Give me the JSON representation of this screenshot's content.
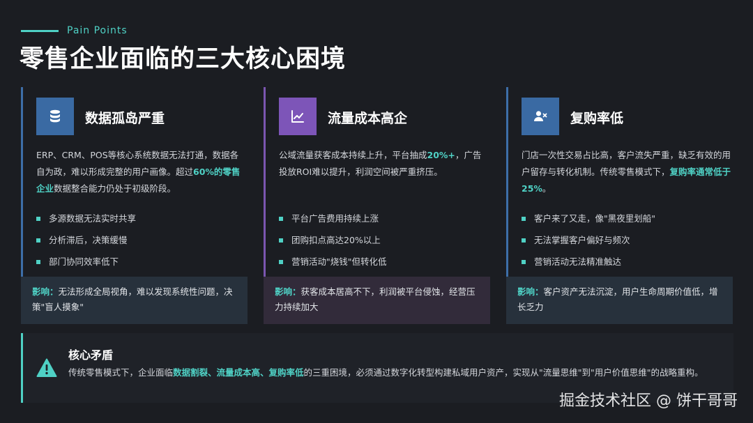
{
  "header": {
    "eyebrow": "Pain Points",
    "title": "零售企业面临的三大核心困境"
  },
  "colors": {
    "accent": "#4fd1c5",
    "blue": "#3a6aa3",
    "purple": "#7d55b8",
    "background": "#1b1d22"
  },
  "cards": [
    {
      "icon": "database-icon",
      "title": "数据孤岛严重",
      "desc_parts": [
        "ERP、CRM、POS等核心系统数据无法打通，数据各自为政，难以形成完整的用户画像。超过",
        "60%的零售企业",
        "数据整合能力仍处于初级阶段。"
      ],
      "bullets": [
        "多源数据无法实时共享",
        "分析滞后，决策缓慢",
        "部门协同效率低下"
      ],
      "impact_label": "影响：",
      "impact_text": "无法形成全局视角，难以发现系统性问题，决策\"盲人摸象\""
    },
    {
      "icon": "line-chart-icon",
      "title": "流量成本高企",
      "desc_parts": [
        "公域流量获客成本持续上升，平台抽成",
        "20%+",
        "，广告投放ROI难以提升，利润空间被严重挤压。"
      ],
      "bullets": [
        "平台广告费用持续上涨",
        "团购扣点高达20%以上",
        "营销活动\"烧钱\"但转化低"
      ],
      "impact_label": "影响：",
      "impact_text": "获客成本居高不下，利润被平台侵蚀，经营压力持续加大"
    },
    {
      "icon": "user-x-icon",
      "title": "复购率低",
      "desc_parts": [
        "门店一次性交易占比高，客户流失严重，缺乏有效的用户留存与转化机制。传统零售模式下，",
        "复购率通常低于25%",
        "。"
      ],
      "bullets": [
        "客户来了又走，像\"黑夜里划船\"",
        "无法掌握客户偏好与频次",
        "营销活动无法精准触达"
      ],
      "impact_label": "影响：",
      "impact_text": "客户资产无法沉淀，用户生命周期价值低，增长乏力"
    }
  ],
  "conflict": {
    "icon": "warning-icon",
    "title": "核心矛盾",
    "body_parts": [
      "传统零售模式下，企业面临",
      "数据割裂、流量成本高、复购率低",
      "的三重困境，必须通过数字化转型构建私域用户资产，实现从\"流量思维\"到\"用户价值思维\"的战略重构。"
    ]
  },
  "watermark": "掘金技术社区 @ 饼干哥哥"
}
